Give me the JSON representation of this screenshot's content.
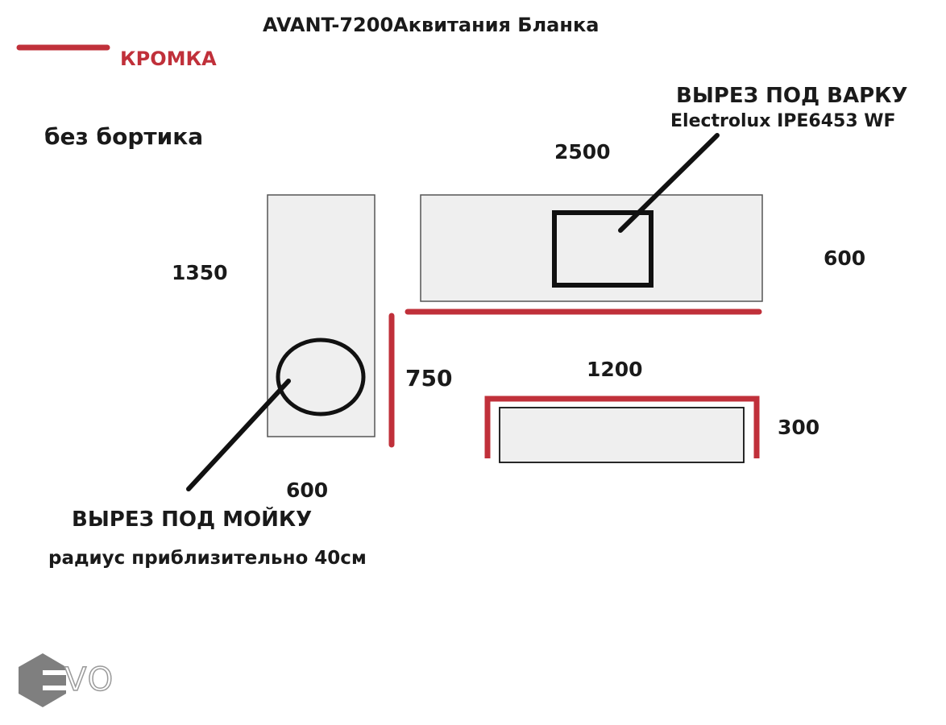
{
  "title": "AVANT-7200Аквитания Бланка",
  "legend": {
    "label": "КРОМКА",
    "line_color": "#c0303a"
  },
  "note": "без бортика",
  "hob_cutout": {
    "title": "ВЫРЕЗ ПОД ВАРКУ",
    "model": "Electrolux IPE6453 WF"
  },
  "dimensions": {
    "main_top_length": "2500",
    "main_top_depth": "600",
    "left_top_length": "1350",
    "left_top_depth": "600",
    "left_edge_length": "750",
    "small_top_length": "1200",
    "small_top_depth": "300"
  },
  "sink_cutout": {
    "title": "ВЫРЕЗ ПОД МОЙКУ",
    "radius_note": "радиус приблизительно 40см"
  },
  "watermark": {
    "text": "VO",
    "icon": "hexagon-logo-icon"
  },
  "colors": {
    "panel_fill": "#efefef",
    "panel_stroke": "#555555",
    "edge": "#c0303a",
    "ink": "#111111"
  }
}
